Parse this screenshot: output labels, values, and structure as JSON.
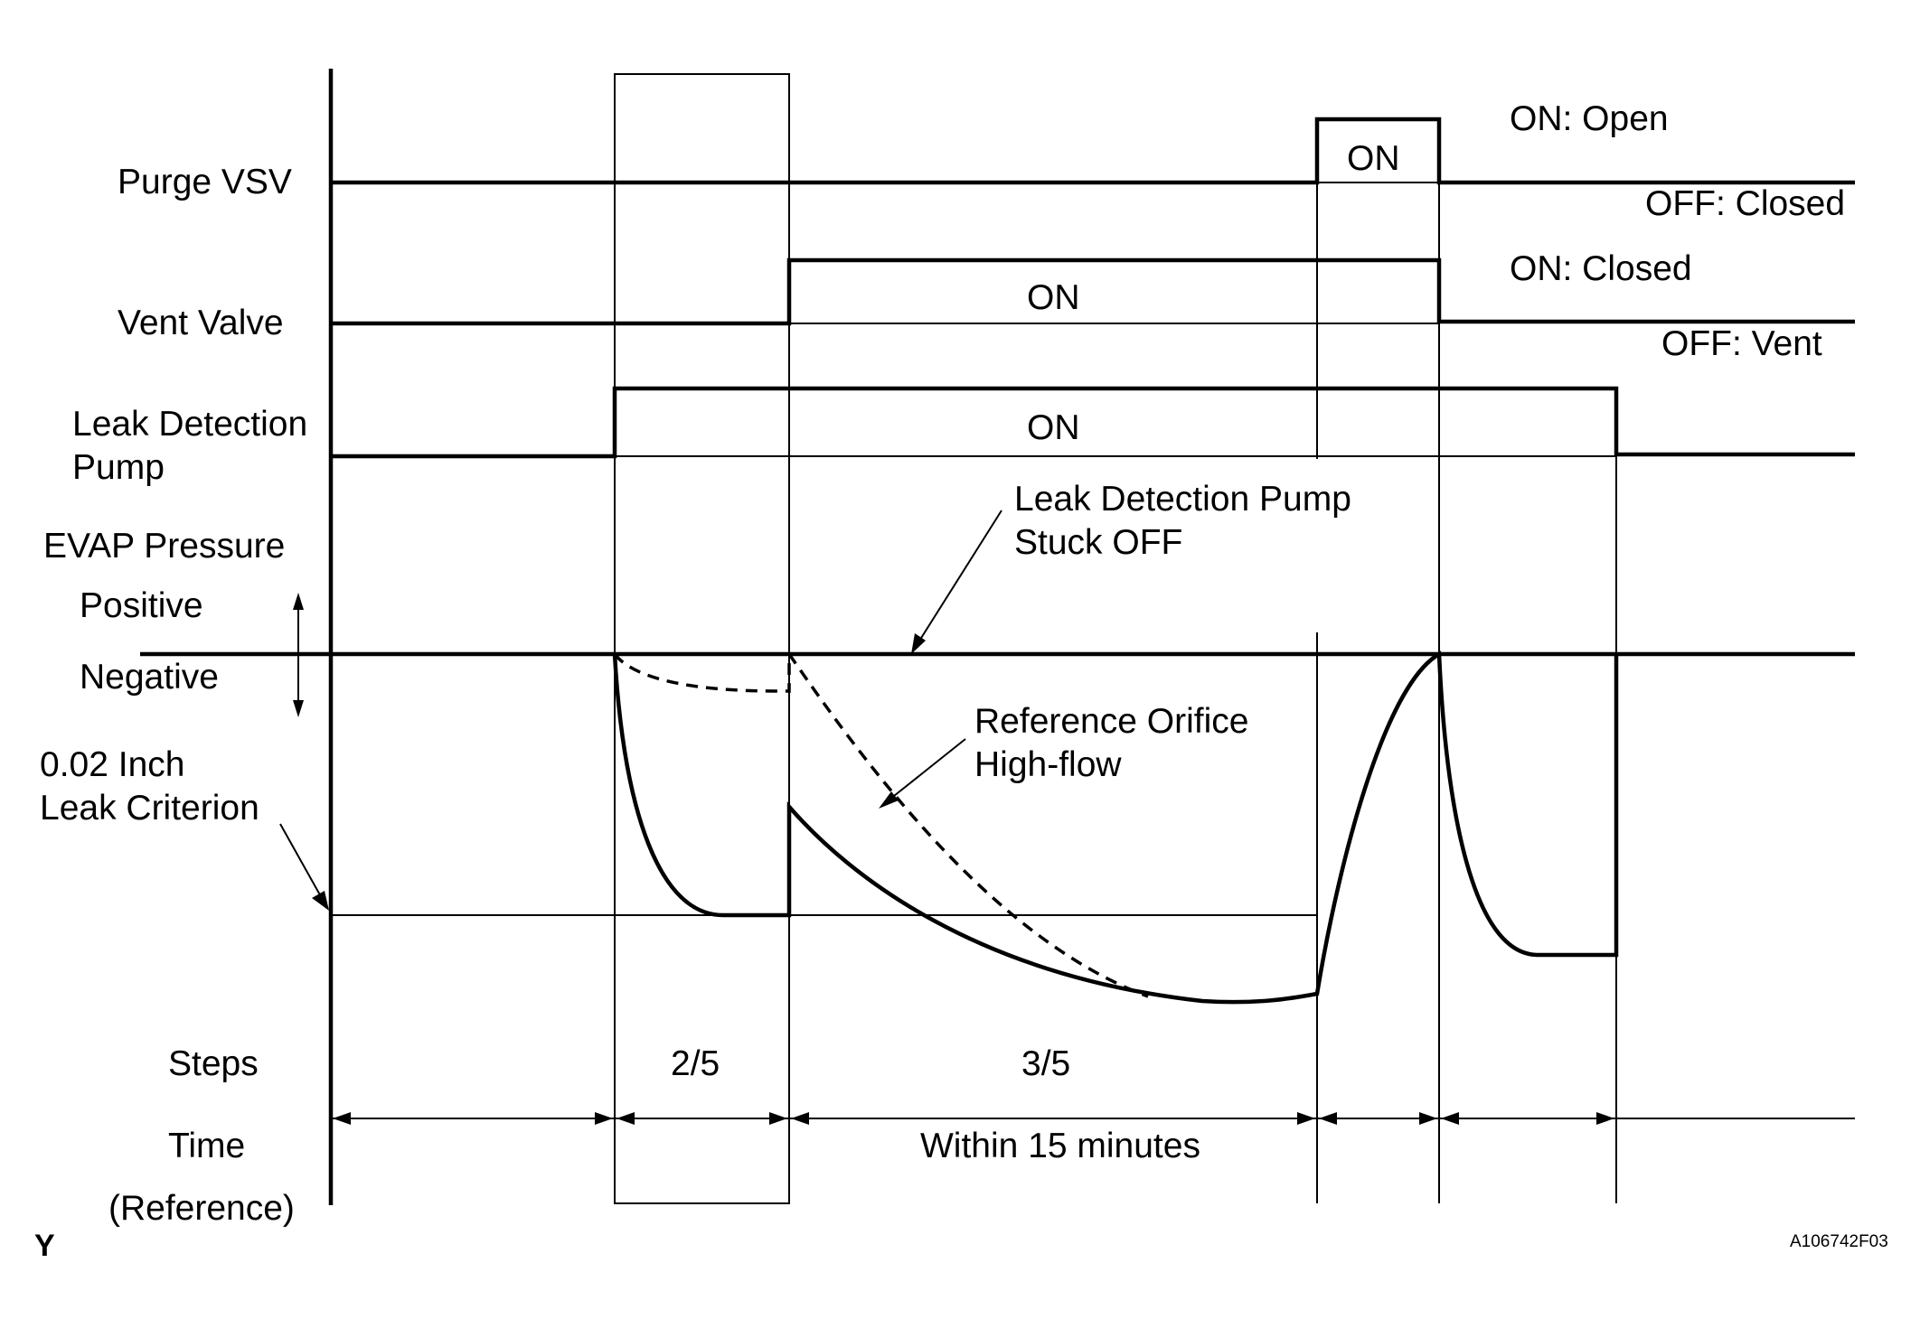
{
  "signals": {
    "purge_vsv": "Purge VSV",
    "vent_valve": "Vent Valve",
    "pump_line1": "Leak Detection",
    "pump_line2": "Pump",
    "evap_pressure": "EVAP Pressure",
    "positive": "Positive",
    "negative": "Negative",
    "criterion_line1": "0.02 Inch",
    "criterion_line2": "Leak Criterion"
  },
  "states": {
    "purge_on_box": "ON",
    "purge_on_meaning": "ON: Open",
    "purge_off_meaning": "OFF: Closed",
    "vent_on": "ON",
    "vent_on_meaning": "ON: Closed",
    "vent_off_meaning": "OFF: Vent",
    "pump_on": "ON"
  },
  "annotations": {
    "stuck_off_line1": "Leak Detection Pump",
    "stuck_off_line2": "Stuck OFF",
    "orifice_line1": "Reference Orifice",
    "orifice_line2": "High-flow"
  },
  "steps": {
    "label": "Steps",
    "step_a": "2/5",
    "step_b": "3/5"
  },
  "time": {
    "label": "Time",
    "sublabel": "(Reference)",
    "within": "Within 15 minutes"
  },
  "footer": {
    "corner_mark": "Y",
    "figure_code": "A106742F03"
  }
}
